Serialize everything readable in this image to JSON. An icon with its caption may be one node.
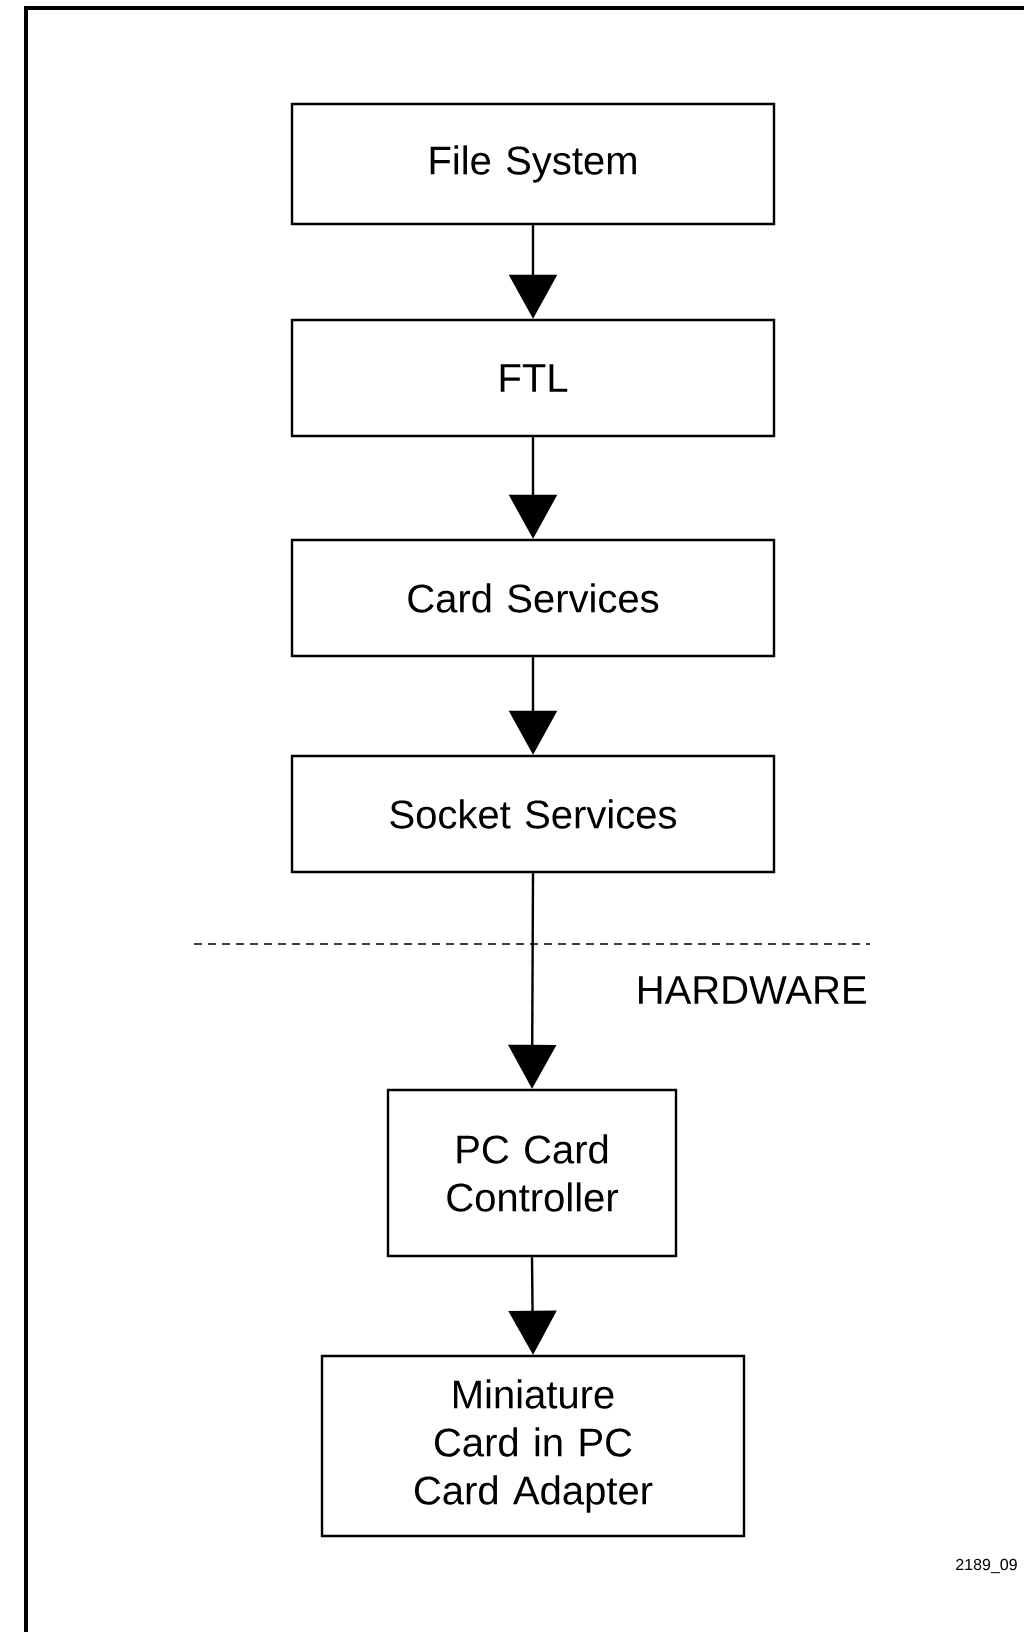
{
  "diagram": {
    "nodes": [
      {
        "text": [
          "File System"
        ]
      },
      {
        "text": [
          "FTL"
        ]
      },
      {
        "text": [
          "Card Services"
        ]
      },
      {
        "text": [
          "Socket Services"
        ]
      },
      {
        "text": [
          "PC Card Controller"
        ]
      },
      {
        "text": [
          "Miniature Card in PC Card Adapter"
        ]
      }
    ],
    "edges": [
      {
        "from": 0,
        "to": 1,
        "arrow": "to"
      },
      {
        "from": 1,
        "to": 2,
        "arrow": "to"
      },
      {
        "from": 2,
        "to": 3,
        "arrow": "to"
      },
      {
        "from": 3,
        "to": 4,
        "arrow": "to"
      },
      {
        "from": 4,
        "to": 5,
        "arrow": "to"
      }
    ],
    "labels": [
      "HARDWARE",
      "2189_09"
    ]
  }
}
